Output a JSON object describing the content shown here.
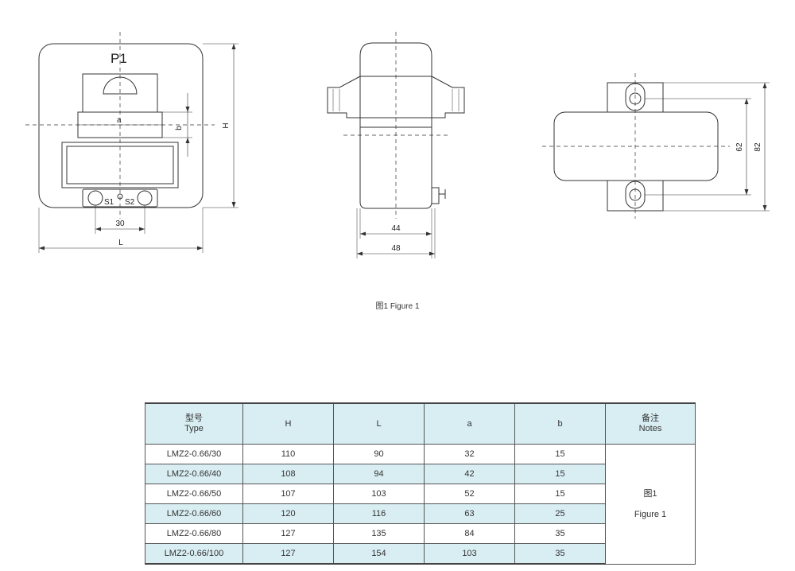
{
  "figure": {
    "label_p1": "P1",
    "label_a": "a",
    "label_b": "b",
    "label_h": "H",
    "label_l": "L",
    "label_s1": "S1",
    "label_s2": "S2",
    "dim_30": "30",
    "dim_44": "44",
    "dim_48": "48",
    "dim_62": "62",
    "dim_82": "82",
    "caption": "图1 Figure 1"
  },
  "table": {
    "headers": [
      {
        "cn": "型号",
        "en": "Type"
      },
      {
        "cn": "",
        "en": "H"
      },
      {
        "cn": "",
        "en": "L"
      },
      {
        "cn": "",
        "en": "a"
      },
      {
        "cn": "",
        "en": "b"
      },
      {
        "cn": "备注",
        "en": "Notes"
      }
    ],
    "rows": [
      [
        "LMZ2-0.66/30",
        "110",
        "90",
        "32",
        "15"
      ],
      [
        "LMZ2-0.66/40",
        "108",
        "94",
        "42",
        "15"
      ],
      [
        "LMZ2-0.66/50",
        "107",
        "103",
        "52",
        "15"
      ],
      [
        "LMZ2-0.66/60",
        "120",
        "116",
        "63",
        "25"
      ],
      [
        "LMZ2-0.66/80",
        "127",
        "135",
        "84",
        "35"
      ],
      [
        "LMZ2-0.66/100",
        "127",
        "154",
        "103",
        "35"
      ]
    ],
    "notes_cn": "图1",
    "notes_en": "Figure 1"
  }
}
